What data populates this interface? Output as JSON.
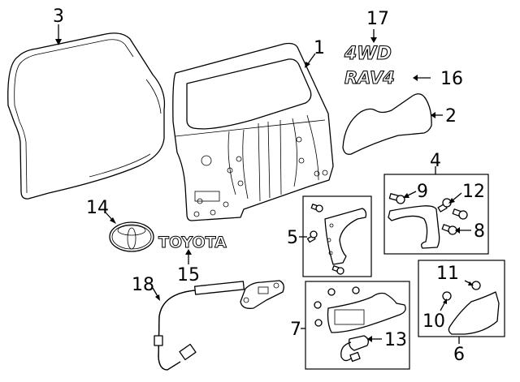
{
  "diagram": {
    "type": "exploded-parts-diagram",
    "callouts": [
      {
        "id": "1",
        "part": "liftgate-panel"
      },
      {
        "id": "2",
        "part": "insulator-pad"
      },
      {
        "id": "3",
        "part": "weatherstrip"
      },
      {
        "id": "4",
        "part": "hinge-reinforcement-kit"
      },
      {
        "id": "5",
        "part": "side-bracket-kit"
      },
      {
        "id": "6",
        "part": "lower-bracket-kit"
      },
      {
        "id": "7",
        "part": "license-lamp-housing-kit"
      },
      {
        "id": "8",
        "part": "bolt"
      },
      {
        "id": "9",
        "part": "bolt"
      },
      {
        "id": "10",
        "part": "bolt"
      },
      {
        "id": "11",
        "part": "bolt"
      },
      {
        "id": "12",
        "part": "bolt"
      },
      {
        "id": "13",
        "part": "license-lamp"
      },
      {
        "id": "14",
        "part": "toyota-emblem"
      },
      {
        "id": "15",
        "part": "toyota-nameplate"
      },
      {
        "id": "16",
        "part": "rav4-nameplate"
      },
      {
        "id": "17",
        "part": "4wd-nameplate"
      },
      {
        "id": "18",
        "part": "camera-harness"
      }
    ],
    "emblems": {
      "nameplate_4wd": "4WD",
      "nameplate_rav4": "RAV4",
      "nameplate_toyota": "TOYOTA"
    }
  }
}
